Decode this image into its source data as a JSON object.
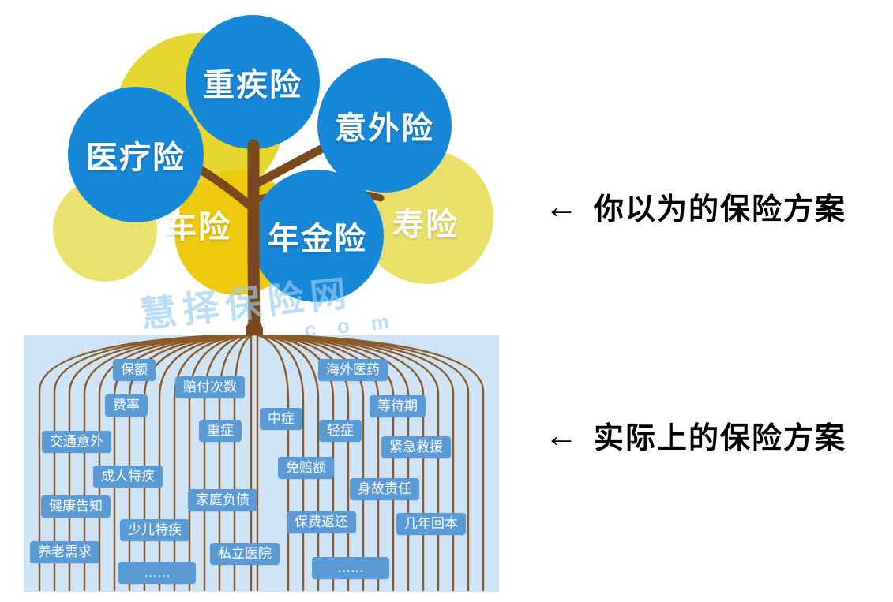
{
  "colors": {
    "circle_blue": "#1787d8",
    "canopy_yellow_bright": "#e7d62f",
    "canopy_yellow_gold": "#edc90f",
    "canopy_yellow_pale": "#e9e06a",
    "trunk_brown": "#7a4a1e",
    "root_brown": "#8a5a28",
    "root_panel_bg": "#cfe4f7",
    "tag_blue": "#5b9bd5",
    "annotation_text": "#000000",
    "watermark_blue": "#96cdf0"
  },
  "canopy": {
    "blue_labels": [
      {
        "label": "重疾险"
      },
      {
        "label": "意外险"
      },
      {
        "label": "医疗险"
      },
      {
        "label": "年金险"
      }
    ],
    "yellow_labels": [
      {
        "label": "车险"
      },
      {
        "label": "寿险"
      }
    ]
  },
  "watermark": {
    "line1": "慧择保险网",
    "line2": ". c o m"
  },
  "annotations": {
    "top": {
      "arrow": "←",
      "text": "你以为的保险方案"
    },
    "bottom": {
      "arrow": "←",
      "text": "实际上的保险方案"
    }
  },
  "root_tags": [
    {
      "text": "保额"
    },
    {
      "text": "赔付次数"
    },
    {
      "text": "海外医药"
    },
    {
      "text": "费率"
    },
    {
      "text": "中症"
    },
    {
      "text": "等待期"
    },
    {
      "text": "重症"
    },
    {
      "text": "轻症"
    },
    {
      "text": "交通意外"
    },
    {
      "text": "紧急救援"
    },
    {
      "text": "成人特疾"
    },
    {
      "text": "免赔额"
    },
    {
      "text": "身故责任"
    },
    {
      "text": "健康告知"
    },
    {
      "text": "家庭负债"
    },
    {
      "text": "少儿特疾"
    },
    {
      "text": "保费返还"
    },
    {
      "text": "几年回本"
    },
    {
      "text": "养老需求"
    },
    {
      "text": "私立医院"
    },
    {
      "text": "……"
    },
    {
      "text": "……"
    }
  ]
}
